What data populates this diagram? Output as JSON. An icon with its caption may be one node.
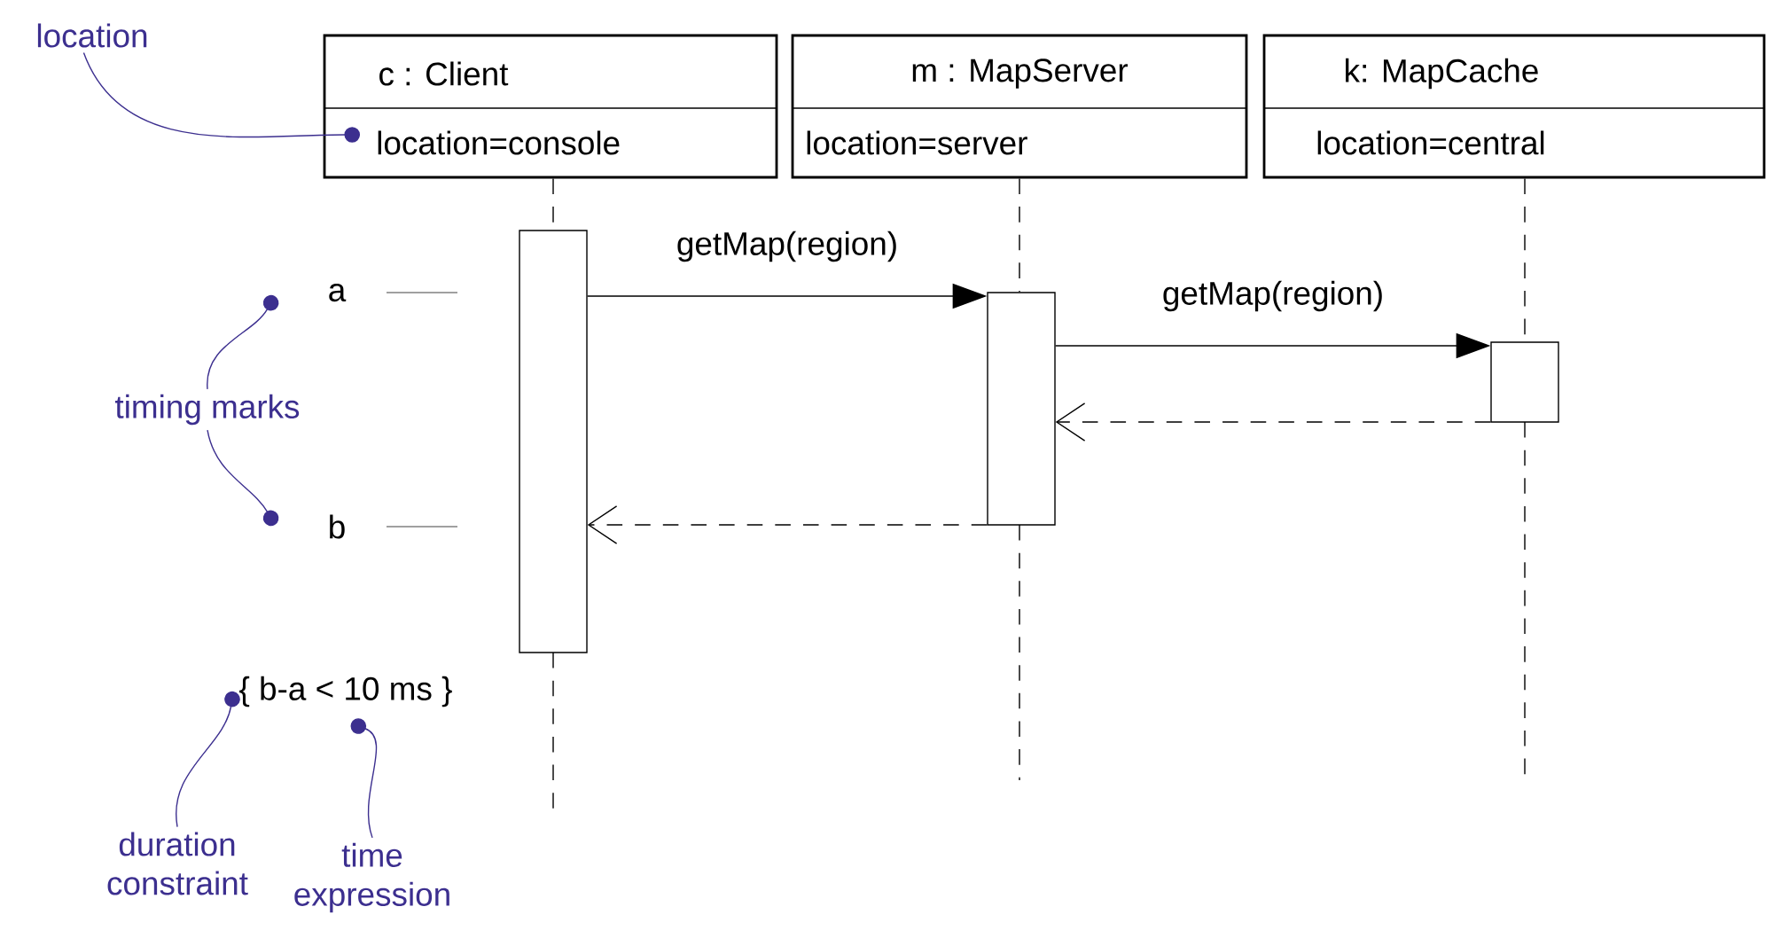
{
  "diagram": {
    "nodes": [
      {
        "text": [
          "c : Client",
          "location=console"
        ]
      },
      {
        "text": [
          "m : MapServer",
          "location=server"
        ]
      },
      {
        "text": [
          "k: MapCache",
          "location=central"
        ]
      },
      {
        "text": [],
        "shape": "bar"
      },
      {
        "text": [],
        "shape": "bar"
      },
      {
        "text": [],
        "shape": "bar"
      },
      {
        "text": [
          "a"
        ]
      },
      {
        "text": [
          "b"
        ]
      },
      {
        "text": [
          "location"
        ]
      },
      {
        "text": [
          "timing marks"
        ]
      },
      {
        "text": [
          "{ b-a < 10 ms }"
        ]
      },
      {
        "text": [
          "duration constraint"
        ]
      },
      {
        "text": [
          "time expression"
        ]
      }
    ],
    "edges": [
      {
        "from": 0,
        "to": 3,
        "arrow": "none",
        "style": "dashed"
      },
      {
        "from": 1,
        "to": 4,
        "arrow": "none",
        "style": "dashed"
      },
      {
        "from": 2,
        "to": 5,
        "arrow": "none",
        "style": "dashed"
      },
      {
        "from": 3,
        "to": 4,
        "arrow": "to",
        "label": "getMap(region)"
      },
      {
        "from": 4,
        "to": 5,
        "arrow": "to",
        "label": "getMap(region)"
      },
      {
        "from": 5,
        "to": 4,
        "arrow": "to",
        "style": "dashed"
      },
      {
        "from": 4,
        "to": 3,
        "arrow": "to",
        "style": "dashed"
      },
      {
        "from": 8,
        "to": 0,
        "arrow": "other",
        "color": "#3c2f8f"
      },
      {
        "from": 9,
        "to": 6,
        "arrow": "other",
        "color": "#3c2f8f"
      },
      {
        "from": 9,
        "to": 7,
        "arrow": "other",
        "color": "#3c2f8f"
      },
      {
        "from": 11,
        "to": 10,
        "arrow": "other",
        "color": "#3c2f8f"
      },
      {
        "from": 12,
        "to": 10,
        "arrow": "other",
        "color": "#3c2f8f"
      }
    ]
  }
}
